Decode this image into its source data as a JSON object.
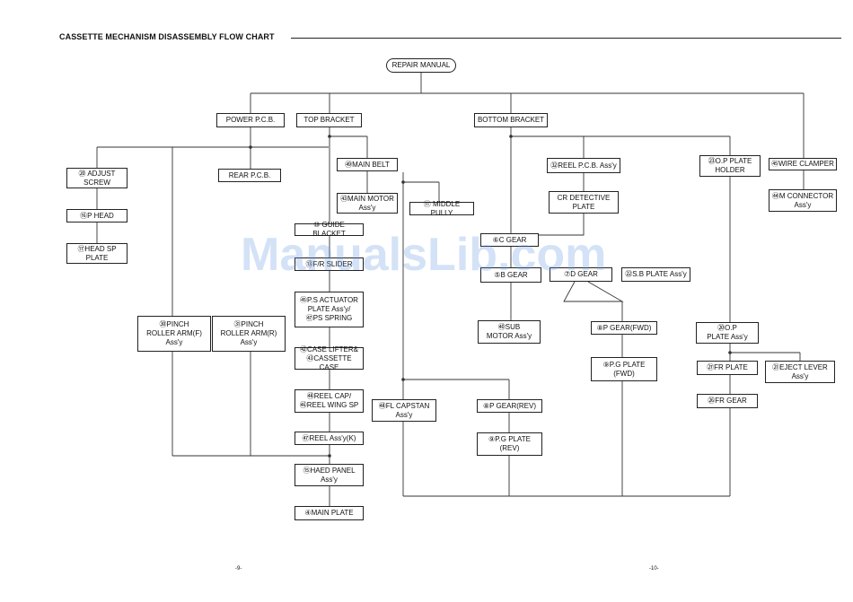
{
  "page": {
    "title": "CASSETTE MECHANISM DISASSEMBLY FLOW CHART",
    "watermark": "ManualsLib.com"
  },
  "footer": {
    "left_page": "-9-",
    "right_page": "-10-"
  },
  "nodes": {
    "repair_manual": "REPAIR MANUAL",
    "power_pcb": "POWER P.C.B.",
    "top_bracket": "TOP BRACKET",
    "bottom_bracket": "BOTTOM BRACKET",
    "adjust_screw": "⑳ ADJUST\nSCREW",
    "p_head": "⑯P HEAD",
    "head_sp_plate": "⑰HEAD SP\nPLATE",
    "rear_pcb": "REAR P.C.B.",
    "main_belt": "㊾MAIN BELT",
    "main_motor": "㊸MAIN MOTOR\nAss'y",
    "middle_pully": "⑪ MIDDLE PULLY",
    "guide_blacket": "⑩ GUIDE BLACKET",
    "fr_slider": "⑬F/R SLIDER",
    "ps_actuator": "㊺P.S ACTUATOR\nPLATE Ass'y/\n㊼PS SPRING",
    "case_lifter": "㊷CASE LIFTER&\n㊸CASSETTE CASE",
    "reel_cap": "㊽REEL CAP/\n㊻REEL WING SP",
    "reel_assy_k": "㊼REEL Ass'y(K)",
    "haed_panel": "⑮HAED PANEL\nAss'y",
    "main_plate": "④MAIN PLATE",
    "pinch_f": "㉚PINCH\nROLLER ARM(F)\nAss'y",
    "pinch_r": "㉛PINCH\nROLLER ARM(R)\nAss'y",
    "fl_capstan": "㊽FL CAPSTAN\nAss'y",
    "p_gear_rev": "⑧P GEAR(REV)",
    "pg_plate_rev": "⑨P.G PLATE\n(REV)",
    "reel_pcb": "㉜REEL P.C.B. Ass'y",
    "cr_detective": "CR DETECTIVE\nPLATE",
    "c_gear": "⑥C GEAR",
    "b_gear": "⑤B GEAR",
    "d_gear": "⑦D GEAR",
    "sb_plate": "㉒S.B PLATE Ass'y",
    "sub_motor": "㊵SUB\nMOTOR Ass'y",
    "p_gear_fwd": "⑧P GEAR(FWD)",
    "pg_plate_fwd": "⑨P.G PLATE\n(FWD)",
    "op_plate_holder": "㉓O.P PLATE\nHOLDER",
    "op_plate_assy": "⑳O.P\nPLATE Ass'y",
    "fr_plate": "㉗FR PLATE",
    "fr_gear": "㉖FR GEAR",
    "eject_lever": "㉑EJECT LEVER\nAss'y",
    "wire_clamper": "㊺WIRE CLAMPER",
    "m_connector": "㊹M CONNECTOR\nAss'y"
  }
}
